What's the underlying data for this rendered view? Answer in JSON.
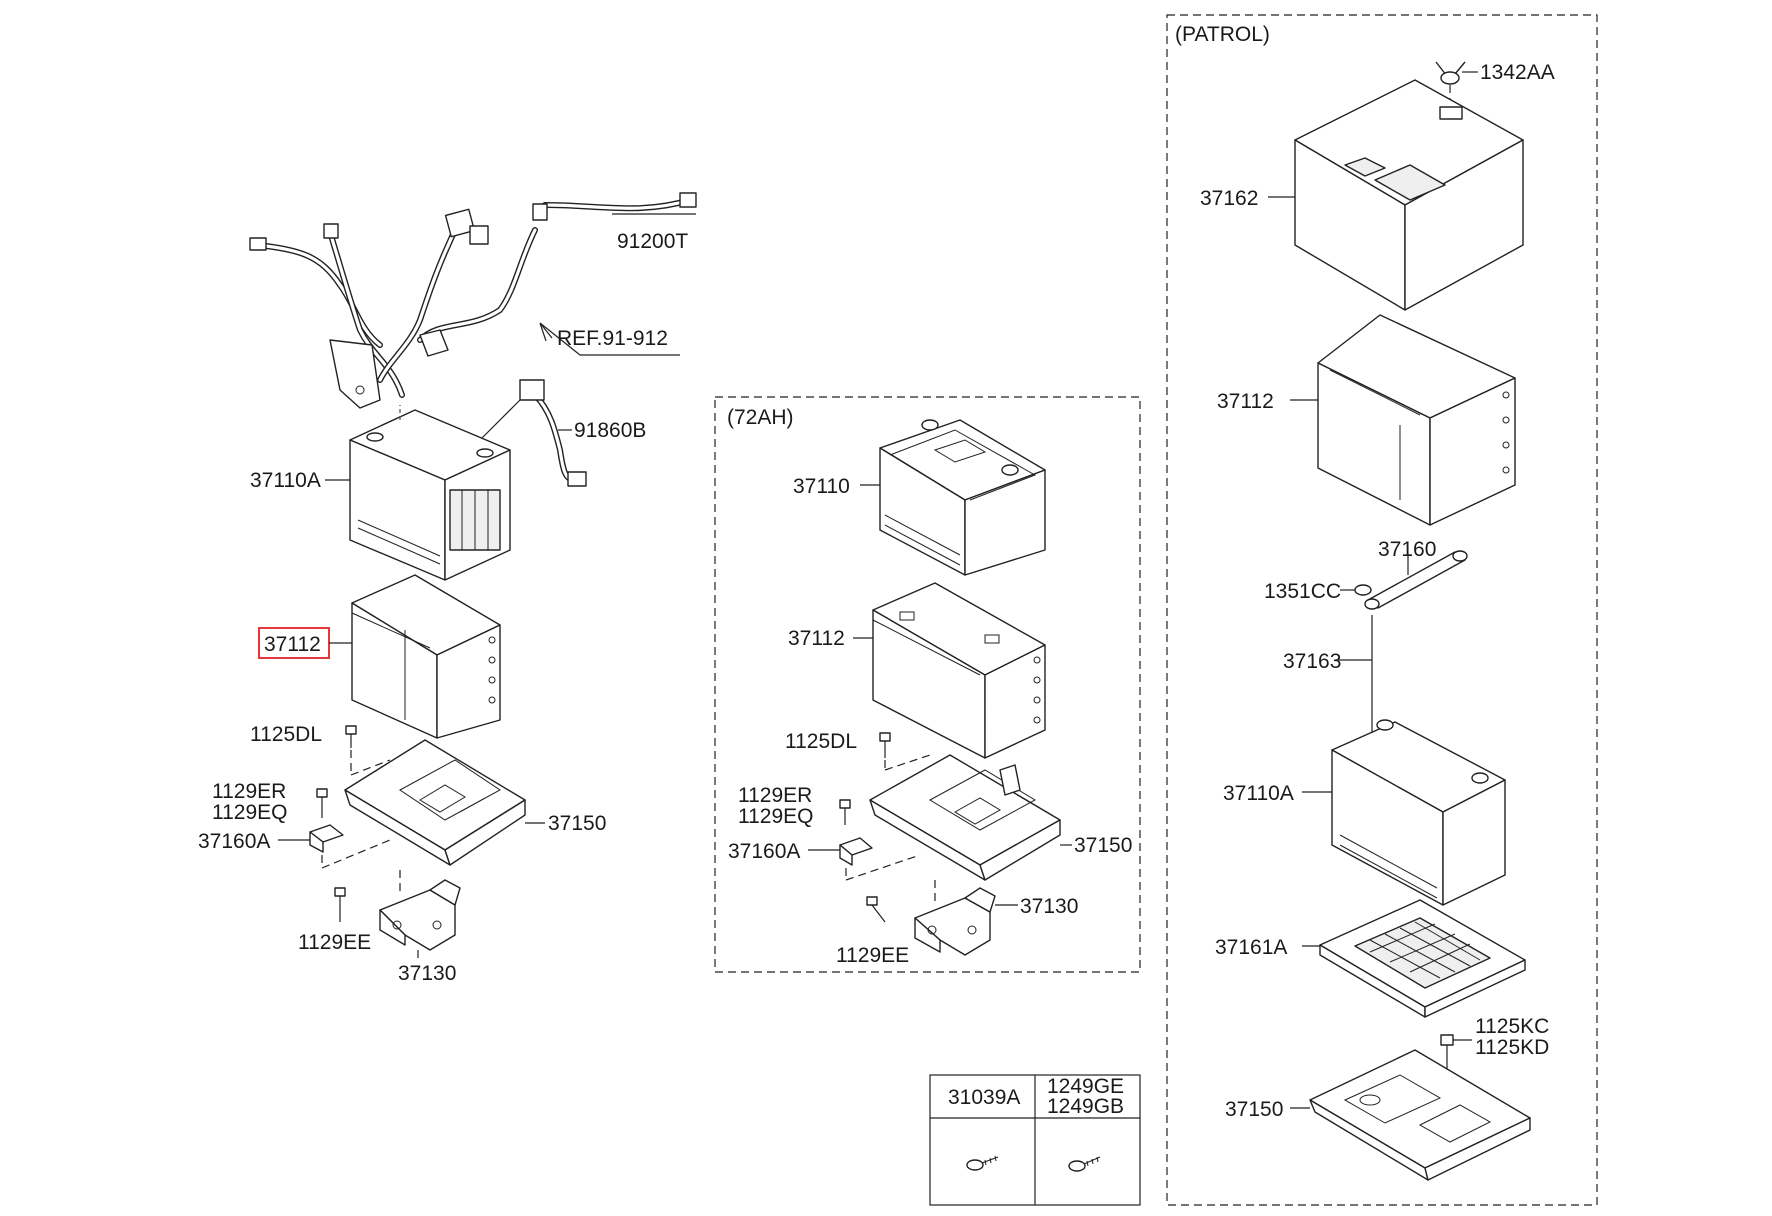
{
  "colors": {
    "line": "#222222",
    "highlight": "#e8373a",
    "background": "#ffffff"
  },
  "main_group": {
    "labels": {
      "harness": "91200T",
      "ref": "REF.91-912",
      "cable": "91860B",
      "battery": "37110A",
      "tray_box": "37112",
      "bolt": "1125DL",
      "clamp_bolt_a": "1129ER",
      "clamp_bolt_b": "1129EQ",
      "clamp": "37160A",
      "tray": "37150",
      "bracket_bolt": "1129EE",
      "bracket": "37130"
    },
    "highlighted_part": "37112"
  },
  "ah72_group": {
    "title": "(72AH)",
    "labels": {
      "battery": "37110",
      "tray_box": "37112",
      "bolt": "1125DL",
      "clamp_bolt_a": "1129ER",
      "clamp_bolt_b": "1129EQ",
      "clamp": "37160A",
      "tray": "37150",
      "bracket": "37130",
      "bracket_bolt": "1129EE"
    }
  },
  "patrol_group": {
    "title": "(PATROL)",
    "labels": {
      "nut": "1342AA",
      "cover": "37162",
      "tray_box": "37112",
      "clamp": "37160",
      "nut2": "1351CC",
      "rod": "37163",
      "battery": "37110A",
      "mat": "37161A",
      "bolt_a": "1125KC",
      "bolt_b": "1125KD",
      "tray": "37150"
    }
  },
  "fastener_table": {
    "headers": [
      "31039A",
      "1249GE",
      "1249GB"
    ],
    "icons": [
      "screw-icon",
      "screw-icon"
    ]
  }
}
